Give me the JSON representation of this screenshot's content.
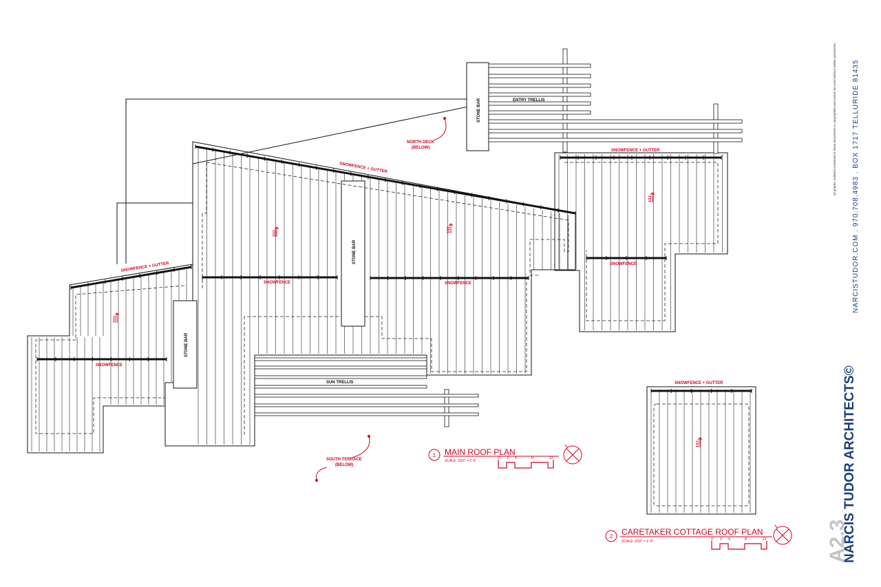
{
  "drawing": {
    "labels": {
      "stone_bar": "STONE BAR",
      "entry_trellis": "ENTRY TRELLIS",
      "north_deck": "NORTH DECK",
      "below": "(BELOW)",
      "snowfence_gutter": "SNOWFENCE + GUTTER",
      "snowfence": "SNOWFENCE",
      "sun_trellis": "SUN TRELLIS",
      "south_terrace": "SOUTH TERRACE",
      "slope": "1/12"
    },
    "main_plan": {
      "number": "1",
      "title": "MAIN ROOF PLAN",
      "scale": "SCALE: 3/16\" = 1'-0\"",
      "ticks": [
        "0'",
        "2'",
        "4'",
        "8'",
        "12'"
      ]
    },
    "cottage_plan": {
      "number": "2",
      "title": "CARETAKER COTTAGE  ROOF PLAN",
      "scale": "SCALE: 3/16\" = 1'-0\"",
      "ticks": [
        "0'",
        "2'",
        "4'",
        "8'",
        "12'"
      ]
    }
  },
  "titleblock": {
    "sheet_number": "A2.3",
    "firm": "NARCIS TUDOR ARCHITECTS©",
    "contact": "NARCISTUDOR.COM . 970.708.4983 . BOX 1717 TELLURIDE 81435",
    "copyright": "all graphic material contained in these documents is copyrighted and cannot be used without written permission"
  },
  "colors": {
    "accent": "#d3001f",
    "ink": "#111111",
    "titleblock": "#1a3d7c",
    "sheet_number": "#c4c4c4"
  }
}
